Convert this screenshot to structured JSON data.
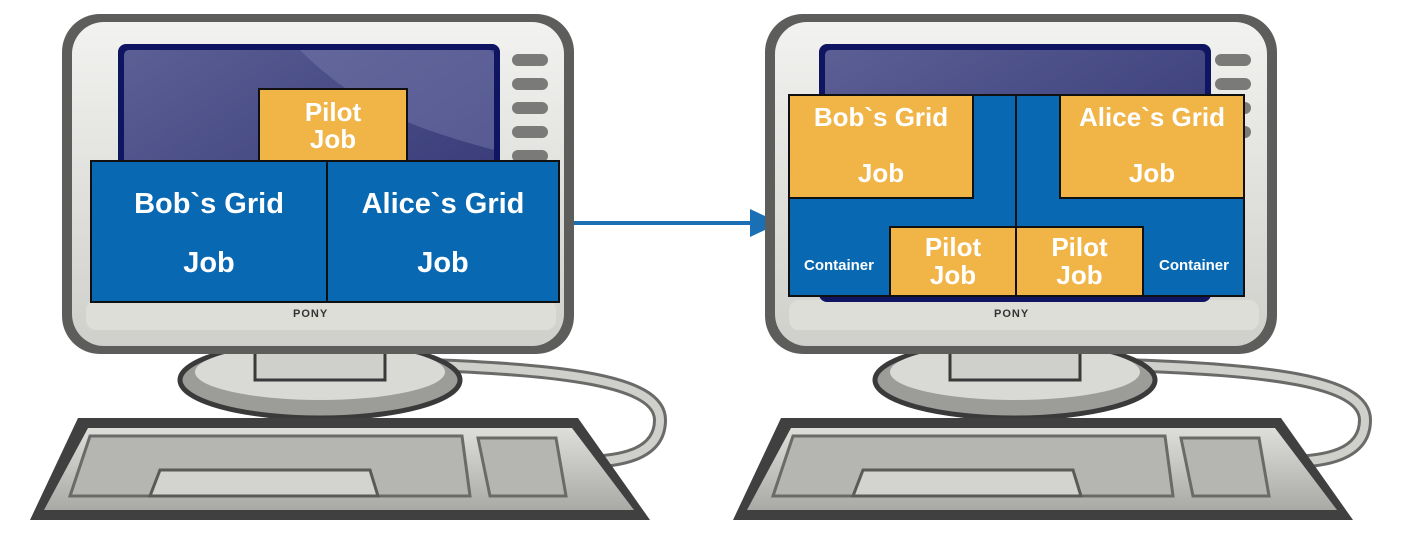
{
  "left_computer": {
    "brand": "PONY",
    "pilot_job": {
      "line1": "Pilot",
      "line2": "Job"
    },
    "bob_job": {
      "line1": "Bob`s Grid",
      "line2": "Job"
    },
    "alice_job": {
      "line1": "Alice`s Grid",
      "line2": "Job"
    }
  },
  "right_computer": {
    "brand": "PONY",
    "bob_job": {
      "line1": "Bob`s Grid",
      "line2": "Job"
    },
    "alice_job": {
      "line1": "Alice`s Grid",
      "line2": "Job"
    },
    "left_container": "Container",
    "right_container": "Container",
    "left_pilot": {
      "line1": "Pilot",
      "line2": "Job"
    },
    "right_pilot": {
      "line1": "Pilot",
      "line2": "Job"
    }
  },
  "colors": {
    "job_blue": "#0868b2",
    "pilot_orange": "#f1b446",
    "arrow": "#1a6fb5"
  }
}
